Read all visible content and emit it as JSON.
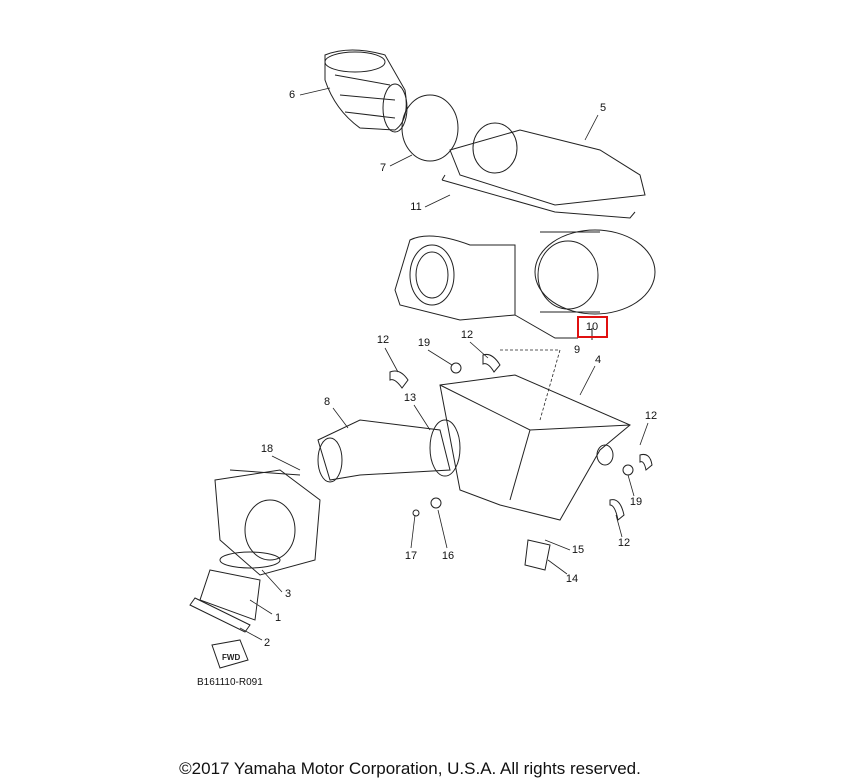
{
  "diagram": {
    "callouts": [
      "6",
      "5",
      "7",
      "11",
      "10",
      "9",
      "12",
      "19",
      "12",
      "4",
      "8",
      "13",
      "12",
      "18",
      "19",
      "12",
      "17",
      "16",
      "15",
      "14",
      "3",
      "1",
      "2"
    ],
    "highlighted_part": "10",
    "highlight_color": "#e01010",
    "fwd_label": "FWD",
    "drawing_code": "B161110-R091"
  },
  "footer": {
    "copyright": "©2017 Yamaha Motor Corporation, U.S.A. All rights reserved."
  }
}
